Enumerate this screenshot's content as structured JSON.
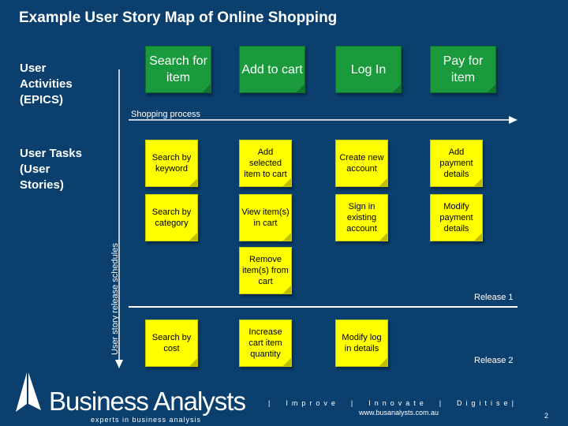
{
  "title": "Example User Story Map of Online Shopping",
  "row_labels": {
    "activities": [
      "User",
      "Activities",
      "(EPICS)"
    ],
    "tasks": [
      "User Tasks",
      "(User",
      "Stories)"
    ]
  },
  "axis_labels": {
    "process": "Shopping process",
    "schedule": "User story release schedules"
  },
  "epics": [
    "Search for item",
    "Add to cart",
    "Log In",
    "Pay for item"
  ],
  "release1_tasks": [
    [
      "Search by keyword",
      "Search by category"
    ],
    [
      "Add selected item to cart",
      "View item(s) in cart",
      "Remove item(s) from cart"
    ],
    [
      "Create new account",
      "Sign in existing account"
    ],
    [
      "Add payment details",
      "Modify payment details"
    ]
  ],
  "release2_tasks": [
    "Search by cost",
    "Increase cart item quantity",
    "Modify log in details"
  ],
  "releases": [
    "Release 1",
    "Release 2"
  ],
  "footer": {
    "brand": "Business Analysts",
    "tagline": "experts in business analysis",
    "motto": "|  Improve  |  Innovate  |  Digitise|",
    "url": "www.busanalysts.com.au",
    "page": "2"
  },
  "colors": {
    "background": "#0b3f6e",
    "epic": "#1a9a3c",
    "task": "#ffff00"
  }
}
